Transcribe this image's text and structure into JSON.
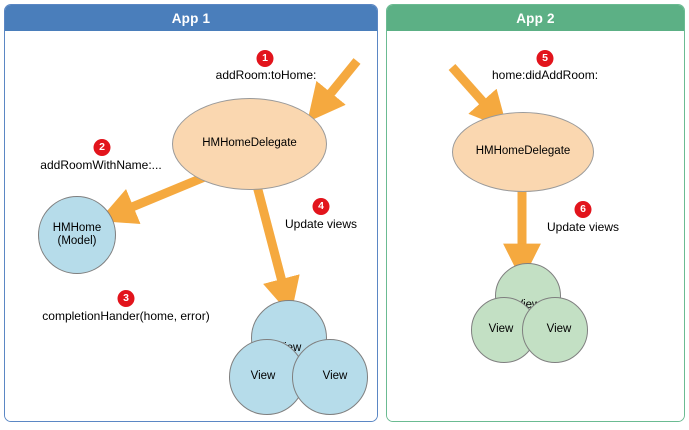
{
  "diagram": {
    "title": "HomeKit delegate callback flow across two apps",
    "accent_blue": "#4a7ebb",
    "accent_green": "#5cb085",
    "badge_color": "#e2141c",
    "arrow_color": "#f5a93f",
    "ellipse_fill": "#fad7b0",
    "circle_blue_fill": "#b6dcea",
    "circle_green_fill": "#c3e0c4"
  },
  "app1": {
    "header": "App 1",
    "delegate_label": "HMHomeDelegate",
    "model_label_line1": "HMHome",
    "model_label_line2": "(Model)",
    "view_label": "View",
    "steps": [
      {
        "number": "1",
        "text": "addRoom:toHome:"
      },
      {
        "number": "2",
        "text": "addRoomWithName:..."
      },
      {
        "number": "3",
        "text": "completionHander(home, error)"
      },
      {
        "number": "4",
        "text": "Update views"
      }
    ]
  },
  "app2": {
    "header": "App 2",
    "delegate_label": "HMHomeDelegate",
    "view_label": "View",
    "steps": [
      {
        "number": "5",
        "text": "home:didAddRoom:"
      },
      {
        "number": "6",
        "text": "Update views"
      }
    ]
  }
}
